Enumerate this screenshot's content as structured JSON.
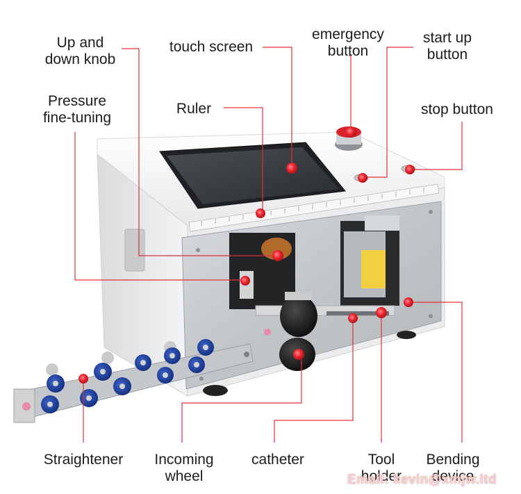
{
  "labels": {
    "up_down_knob": [
      "Up and",
      "down knob"
    ],
    "touch_screen": "touch screen",
    "emergency_button": [
      "emergency",
      "button"
    ],
    "start_up_button": [
      "start up",
      "button"
    ],
    "pressure_fine_tuning": [
      "Pressure",
      "fine-tuning"
    ],
    "ruler": "Ruler",
    "stop_button": "stop button",
    "straightener": "Straightener",
    "incoming_wheel": [
      "Incoming",
      "wheel"
    ],
    "catheter": "catheter",
    "tool_holder": [
      "Tool",
      "holder"
    ],
    "bending_device": [
      "Bending",
      "device"
    ]
  },
  "watermark": "Email: kevin@xmjw.ltd",
  "colors": {
    "leader_line": "#e0303a",
    "marker": "#e8242e",
    "machine_body": "#eef0f2",
    "panel": "#c9ccce",
    "screen": "#2e3134",
    "roller": "#1e3f9a",
    "label_text": "#1c1c1c"
  }
}
